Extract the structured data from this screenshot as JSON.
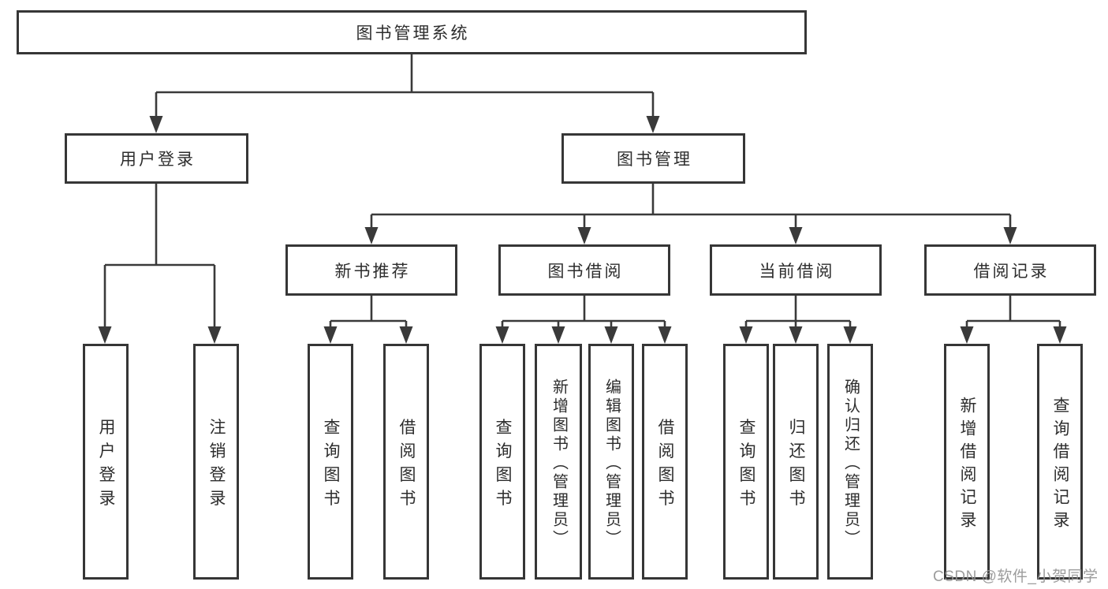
{
  "diagram": {
    "title_node": {
      "label": "图书管理系统"
    },
    "level2": [
      {
        "label": "用户登录"
      },
      {
        "label": "图书管理"
      }
    ],
    "level3": [
      {
        "label": "新书推荐"
      },
      {
        "label": "图书借阅"
      },
      {
        "label": "当前借阅"
      },
      {
        "label": "借阅记录"
      }
    ],
    "leaves": [
      {
        "label": "用户登录",
        "parent": "用户登录"
      },
      {
        "label": "注销登录",
        "parent": "用户登录"
      },
      {
        "label": "查询图书",
        "parent": "新书推荐"
      },
      {
        "label": "借阅图书",
        "parent": "新书推荐"
      },
      {
        "label": "查询图书",
        "parent": "图书借阅"
      },
      {
        "label": "新增图书（管理员）",
        "parent": "图书借阅"
      },
      {
        "label": "编辑图书（管理员）",
        "parent": "图书借阅"
      },
      {
        "label": "借阅图书",
        "parent": "图书借阅"
      },
      {
        "label": "查询图书",
        "parent": "当前借阅"
      },
      {
        "label": "归还图书",
        "parent": "当前借阅"
      },
      {
        "label": "确认归还（管理员）",
        "parent": "当前借阅"
      },
      {
        "label": "新增借阅记录",
        "parent": "借阅记录"
      },
      {
        "label": "查询借阅记录",
        "parent": "借阅记录"
      }
    ],
    "watermark": {
      "text": "CSDN @软件_小贺同学"
    },
    "colors": {
      "line": "#3a3a3a",
      "border": "#363636",
      "text": "#2d2d2d",
      "watermark": "#949494",
      "background": "#ffffff"
    }
  }
}
